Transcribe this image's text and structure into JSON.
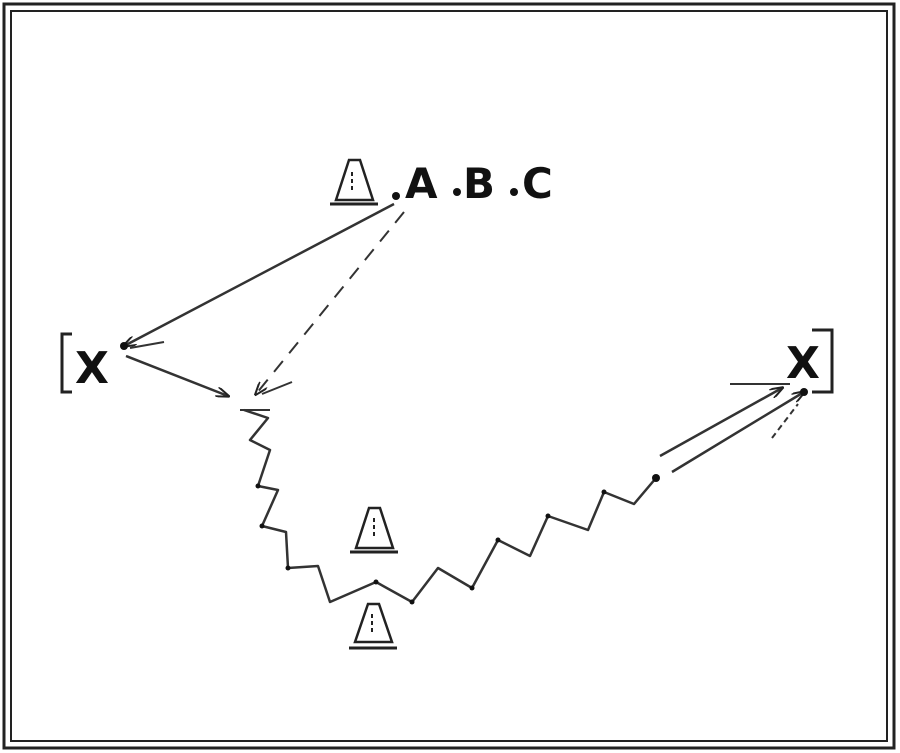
{
  "diagram": {
    "labels": {
      "point_a": "A",
      "point_b": "B",
      "point_c": "C",
      "left_marker": "X",
      "right_marker": "X"
    },
    "cones": {
      "count": 3
    },
    "colors": {
      "ink": "#111111",
      "line": "#333333",
      "border": "#222222",
      "background": "#ffffff"
    },
    "icon_names": [
      "cone-icon",
      "player-dot-icon",
      "arrow-icon",
      "zigzag-path"
    ]
  }
}
